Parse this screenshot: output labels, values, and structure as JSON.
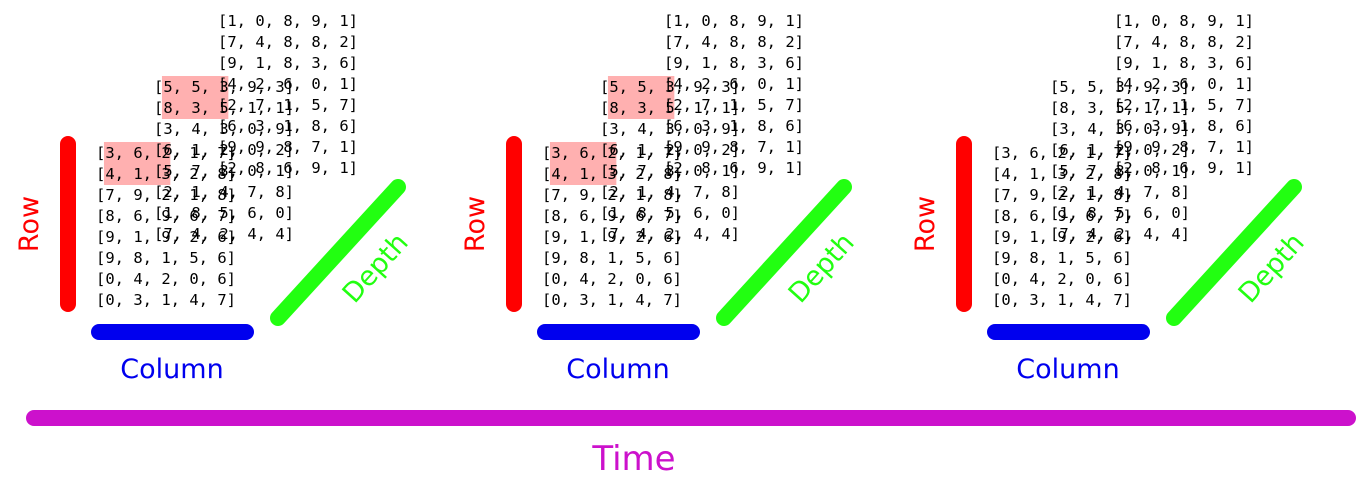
{
  "labels": {
    "row": "Row",
    "column": "Column",
    "depth": "Depth",
    "time": "Time"
  },
  "colors": {
    "row": "#ff0000",
    "column": "#0000ee",
    "depth": "#22ff11",
    "time": "#cc11cc",
    "highlight": "#ffb0b0"
  },
  "panels": [
    {
      "layers": [
        {
          "rows": [
            "[1, 0, 8, 9, 1]",
            "[7, 4, 8, 8, 2]",
            "[9, 1, 8, 3, 6]",
            "[4, 2, 6, 0, 1]",
            "[2, 7, 1, 5, 7]",
            "[6, 3, 1, 8, 6]",
            "[9, 9, 8, 7, 1]",
            "[2, 8, 6, 9, 1]"
          ]
        },
        {
          "rows": [
            "[5, 5, 3, 9, 3]",
            "[8, 3, 5, 1, 1]",
            "[3, 4, 3, 0, 9]",
            "[6, 1, 2, 0, 2]",
            "[5, 7, 3, 0, 1]",
            "[2, 1, 4, 7, 8]",
            "[1, 8, 5, 6, 0]",
            "[7, 4, 2, 4, 4]"
          ]
        },
        {
          "rows": [
            "[3, 6, 2, 1, 7]",
            "[4, 1, 3, 2, 8]",
            "[7, 9, 2, 1, 8]",
            "[8, 6, 9, 6, 7]",
            "[9, 1, 9, 2, 6]",
            "[9, 8, 1, 5, 6]",
            "[0, 4, 2, 0, 6]",
            "[0, 3, 1, 4, 7]"
          ]
        }
      ],
      "highlight": true
    },
    {
      "layers": [
        {
          "rows": [
            "[1, 0, 8, 9, 1]",
            "[7, 4, 8, 8, 2]",
            "[9, 1, 8, 3, 6]",
            "[4, 2, 6, 0, 1]",
            "[2, 7, 1, 5, 7]",
            "[6, 3, 1, 8, 6]",
            "[9, 9, 8, 7, 1]",
            "[2, 8, 6, 9, 1]"
          ]
        },
        {
          "rows": [
            "[5, 5, 3, 9, 3]",
            "[8, 3, 5, 1, 1]",
            "[3, 4, 3, 0, 9]",
            "[6, 1, 2, 0, 2]",
            "[5, 7, 3, 0, 1]",
            "[2, 1, 4, 7, 8]",
            "[1, 8, 5, 6, 0]",
            "[7, 4, 2, 4, 4]"
          ]
        },
        {
          "rows": [
            "[3, 6, 2, 1, 7]",
            "[4, 1, 3, 2, 8]",
            "[7, 9, 2, 1, 8]",
            "[8, 6, 9, 6, 7]",
            "[9, 1, 9, 2, 6]",
            "[9, 8, 1, 5, 6]",
            "[0, 4, 2, 0, 6]",
            "[0, 3, 1, 4, 7]"
          ]
        }
      ],
      "highlight": true
    },
    {
      "layers": [
        {
          "rows": [
            "[1, 0, 8, 9, 1]",
            "[7, 4, 8, 8, 2]",
            "[9, 1, 8, 3, 6]",
            "[4, 2, 6, 0, 1]",
            "[2, 7, 1, 5, 7]",
            "[6, 3, 1, 8, 6]",
            "[9, 9, 8, 7, 1]",
            "[2, 8, 6, 9, 1]"
          ]
        },
        {
          "rows": [
            "[5, 5, 3, 9, 3]",
            "[8, 3, 5, 1, 1]",
            "[3, 4, 3, 0, 9]",
            "[6, 1, 2, 0, 2]",
            "[5, 7, 3, 0, 1]",
            "[2, 1, 4, 7, 8]",
            "[1, 8, 5, 6, 0]",
            "[7, 4, 2, 4, 4]"
          ]
        },
        {
          "rows": [
            "[3, 6, 2, 1, 7]",
            "[4, 1, 3, 2, 8]",
            "[7, 9, 2, 1, 8]",
            "[8, 6, 9, 6, 7]",
            "[9, 1, 9, 2, 6]",
            "[9, 8, 1, 5, 6]",
            "[0, 4, 2, 0, 6]",
            "[0, 3, 1, 4, 7]"
          ]
        }
      ],
      "highlight": false
    }
  ]
}
